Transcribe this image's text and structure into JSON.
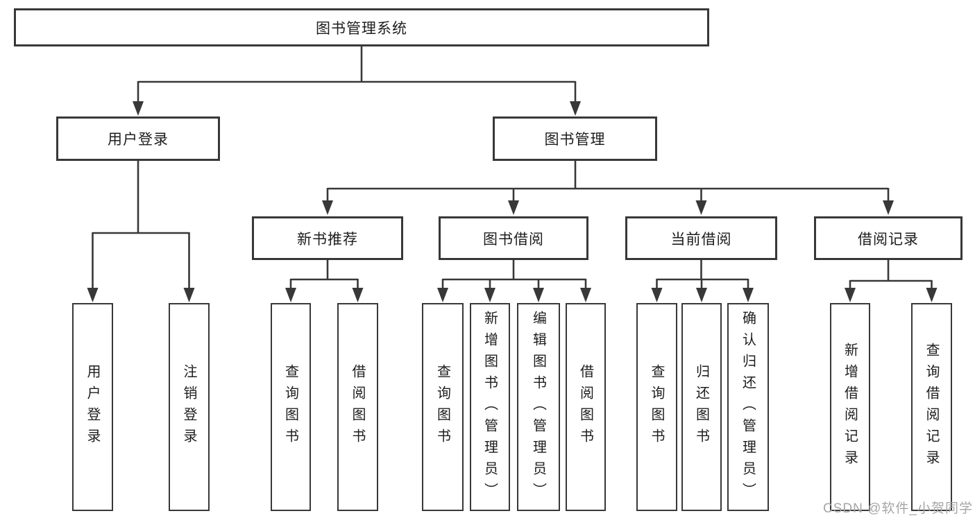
{
  "tree": {
    "root": "图书管理系统",
    "branches": [
      {
        "label": "用户登录",
        "children": [
          "用户登录",
          "注销登录"
        ]
      },
      {
        "label": "图书管理",
        "groups": [
          {
            "label": "新书推荐",
            "children": [
              "查询图书",
              "借阅图书"
            ]
          },
          {
            "label": "图书借阅",
            "children": [
              "查询图书",
              "新增图书（管理员）",
              "编辑图书（管理员）",
              "借阅图书"
            ]
          },
          {
            "label": "当前借阅",
            "children": [
              "查询图书",
              "归还图书",
              "确认归还（管理员）"
            ]
          },
          {
            "label": "借阅记录",
            "children": [
              "新增借阅记录",
              "查询借阅记录"
            ]
          }
        ]
      }
    ]
  },
  "watermark": "CSDN @软件_小贺同学",
  "colors": {
    "line": "#383838",
    "box_border": "#383838",
    "text": "#1d1d1d",
    "watermark": "#a6a6a6",
    "background": "#ffffff"
  }
}
